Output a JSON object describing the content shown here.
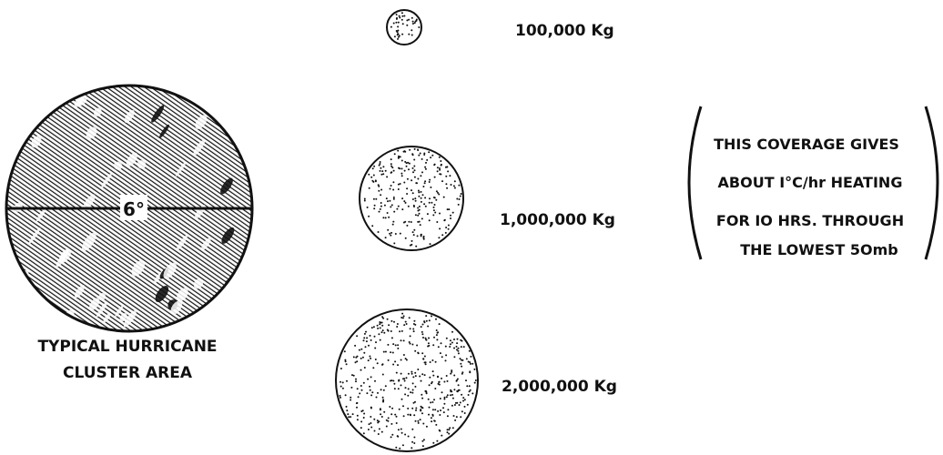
{
  "cluster": {
    "degree_label": "6°",
    "caption_line1": "TYPICAL HURRICANE",
    "caption_line2": "CLUSTER AREA"
  },
  "circles": [
    {
      "label": "100,000 Kg"
    },
    {
      "label": "1,000,000 Kg"
    },
    {
      "label": "2,000,000 Kg"
    }
  ],
  "note": {
    "lines": [
      "THIS COVERAGE GIVES",
      "ABOUT I°C/hr HEATING",
      "FOR IO HRS. THROUGH",
      "THE LOWEST 5Omb"
    ]
  }
}
